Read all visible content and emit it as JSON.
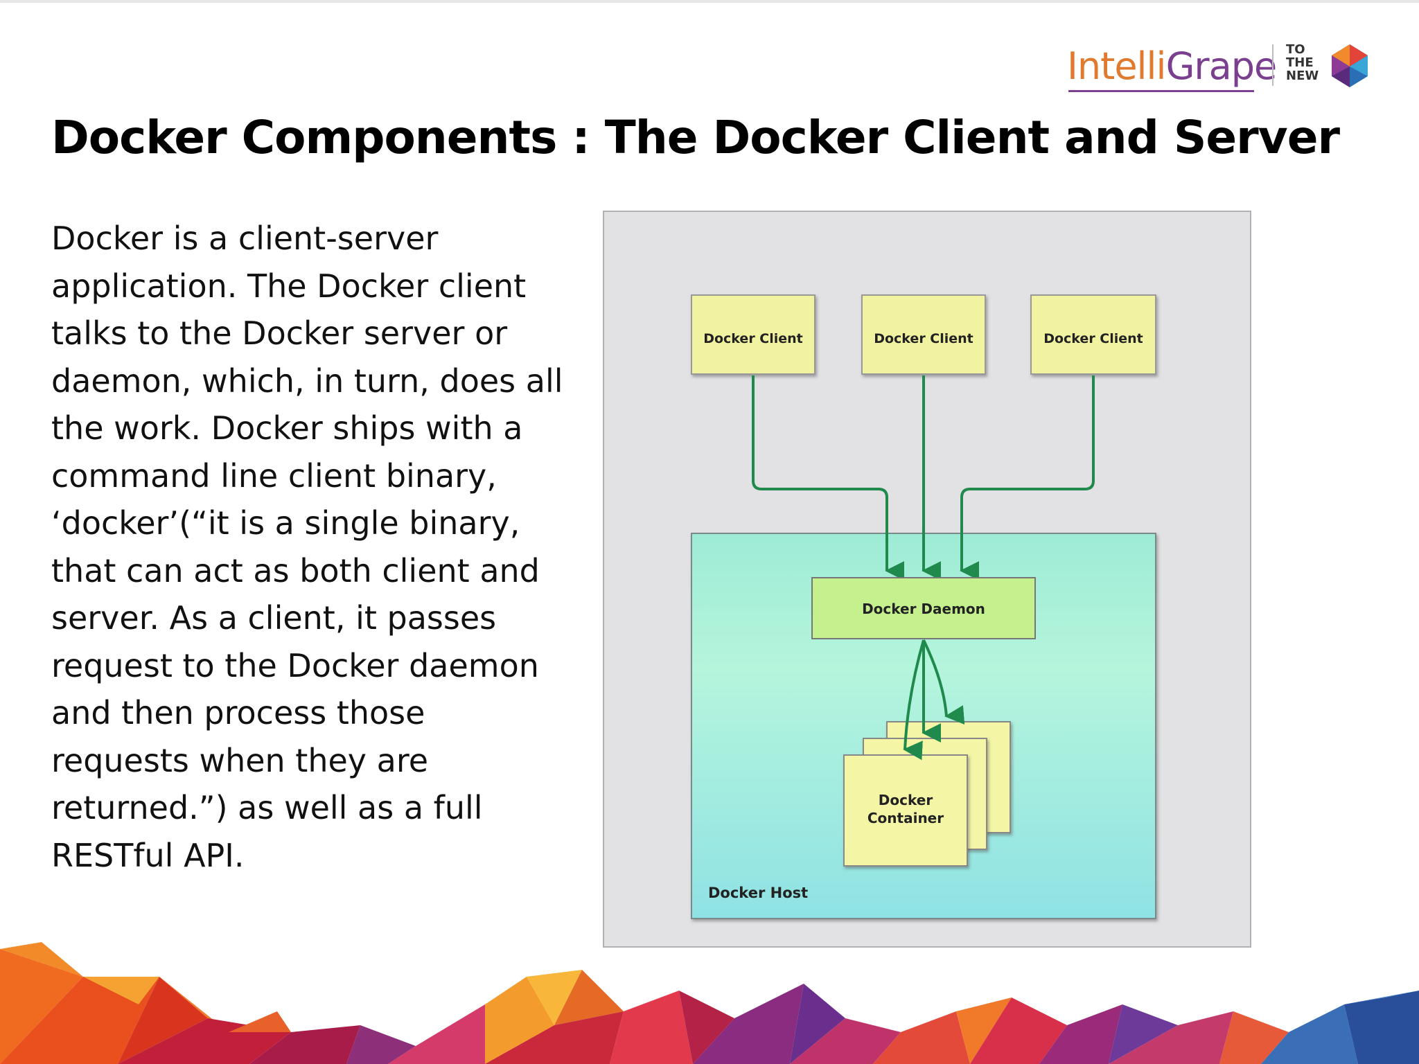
{
  "logo": {
    "brand_part1": "Intelli",
    "brand_part2": "Grape",
    "secondary": [
      "TO",
      "THE",
      "NEW"
    ]
  },
  "slide": {
    "title": "Docker Components : The Docker Client and Server",
    "body": "Docker is a client-server application. The Docker client talks to the Docker server or daemon, which, in turn, does all the work. Docker ships with a command line client binary, ‘docker’(“it is a single binary, that can act as both client and server. As a client, it passes request to the Docker daemon and then process those requests when they are returned.”) as well as a full RESTful API."
  },
  "diagram": {
    "clients": [
      "Docker Client",
      "Docker Client",
      "Docker Client"
    ],
    "daemon": "Docker Daemon",
    "container_line1": "Docker",
    "container_line2": "Container",
    "host": "Docker Host",
    "colors": {
      "panel": "#e2e2e4",
      "client_box": "#f1f3a0",
      "daemon_box": "#c4f08e",
      "container_box": "#f4f6a6",
      "arrow": "#1f8a4c",
      "host_top": "#a8efd3",
      "host_bottom": "#93e6e6"
    }
  },
  "colors": {
    "logo_orange": "#e07a2e",
    "logo_purple": "#7a3f8f"
  }
}
